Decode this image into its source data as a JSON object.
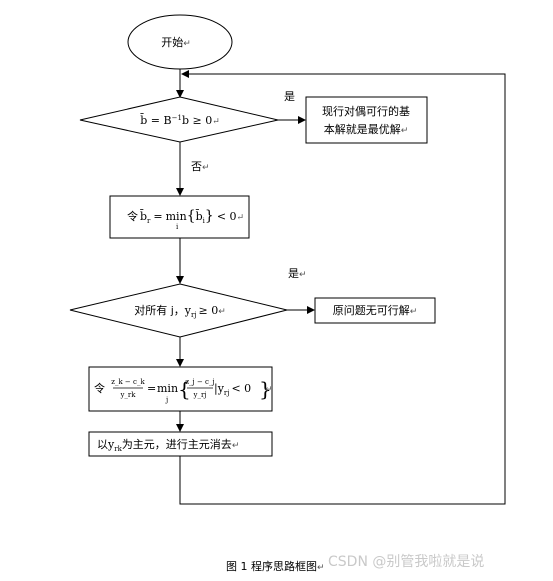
{
  "flowchart": {
    "start": {
      "label": "开始",
      "mark": "↵"
    },
    "decision1": {
      "prefix": "b̄ = B",
      "exponent": "−1",
      "suffix": "b ≥ 0",
      "mark": "↵",
      "yes_label": "是",
      "no_label": "否",
      "no_mark": "↵"
    },
    "result_optimal": {
      "line1": "现行对偶可行的基",
      "line2": "本解就是最优解",
      "mark": "↵"
    },
    "step_select_row": {
      "prefix": "令",
      "lhs": "b̄",
      "lhs_sub": "r",
      "eq": "=",
      "op": "min",
      "op_sub": "i",
      "brace_open": "{",
      "arg": "b̄",
      "arg_sub": "i",
      "brace_close": "}",
      "rel": "< 0",
      "mark": "↵"
    },
    "decision2": {
      "prefix": "对所有 j，",
      "var": "y",
      "var_sub": "rj",
      "rel": "≥ 0",
      "mark": "↵",
      "yes_label": "是",
      "yes_mark": "↵"
    },
    "result_infeasible": {
      "label": "原问题无可行解",
      "mark": "↵"
    },
    "step_ratio": {
      "prefix": "令",
      "frac_num": "z_k − c_k",
      "frac_den": "y_rk",
      "eq": "=",
      "op": "min",
      "op_sub": "j",
      "inner_num": "z_j − c_j",
      "inner_den": "y_rj",
      "cond": "|y",
      "cond_sub": "rj",
      "cond_rel": "< 0",
      "mark": "↵"
    },
    "step_pivot": {
      "pre": "以",
      "var": "y",
      "var_sub": "rk",
      "post": "为主元，进行主元消去",
      "mark": "↵"
    }
  },
  "caption": {
    "label": "图 1  程序思路框图",
    "mark": "↵"
  },
  "watermark": "CSDN @别管我啦就是说"
}
